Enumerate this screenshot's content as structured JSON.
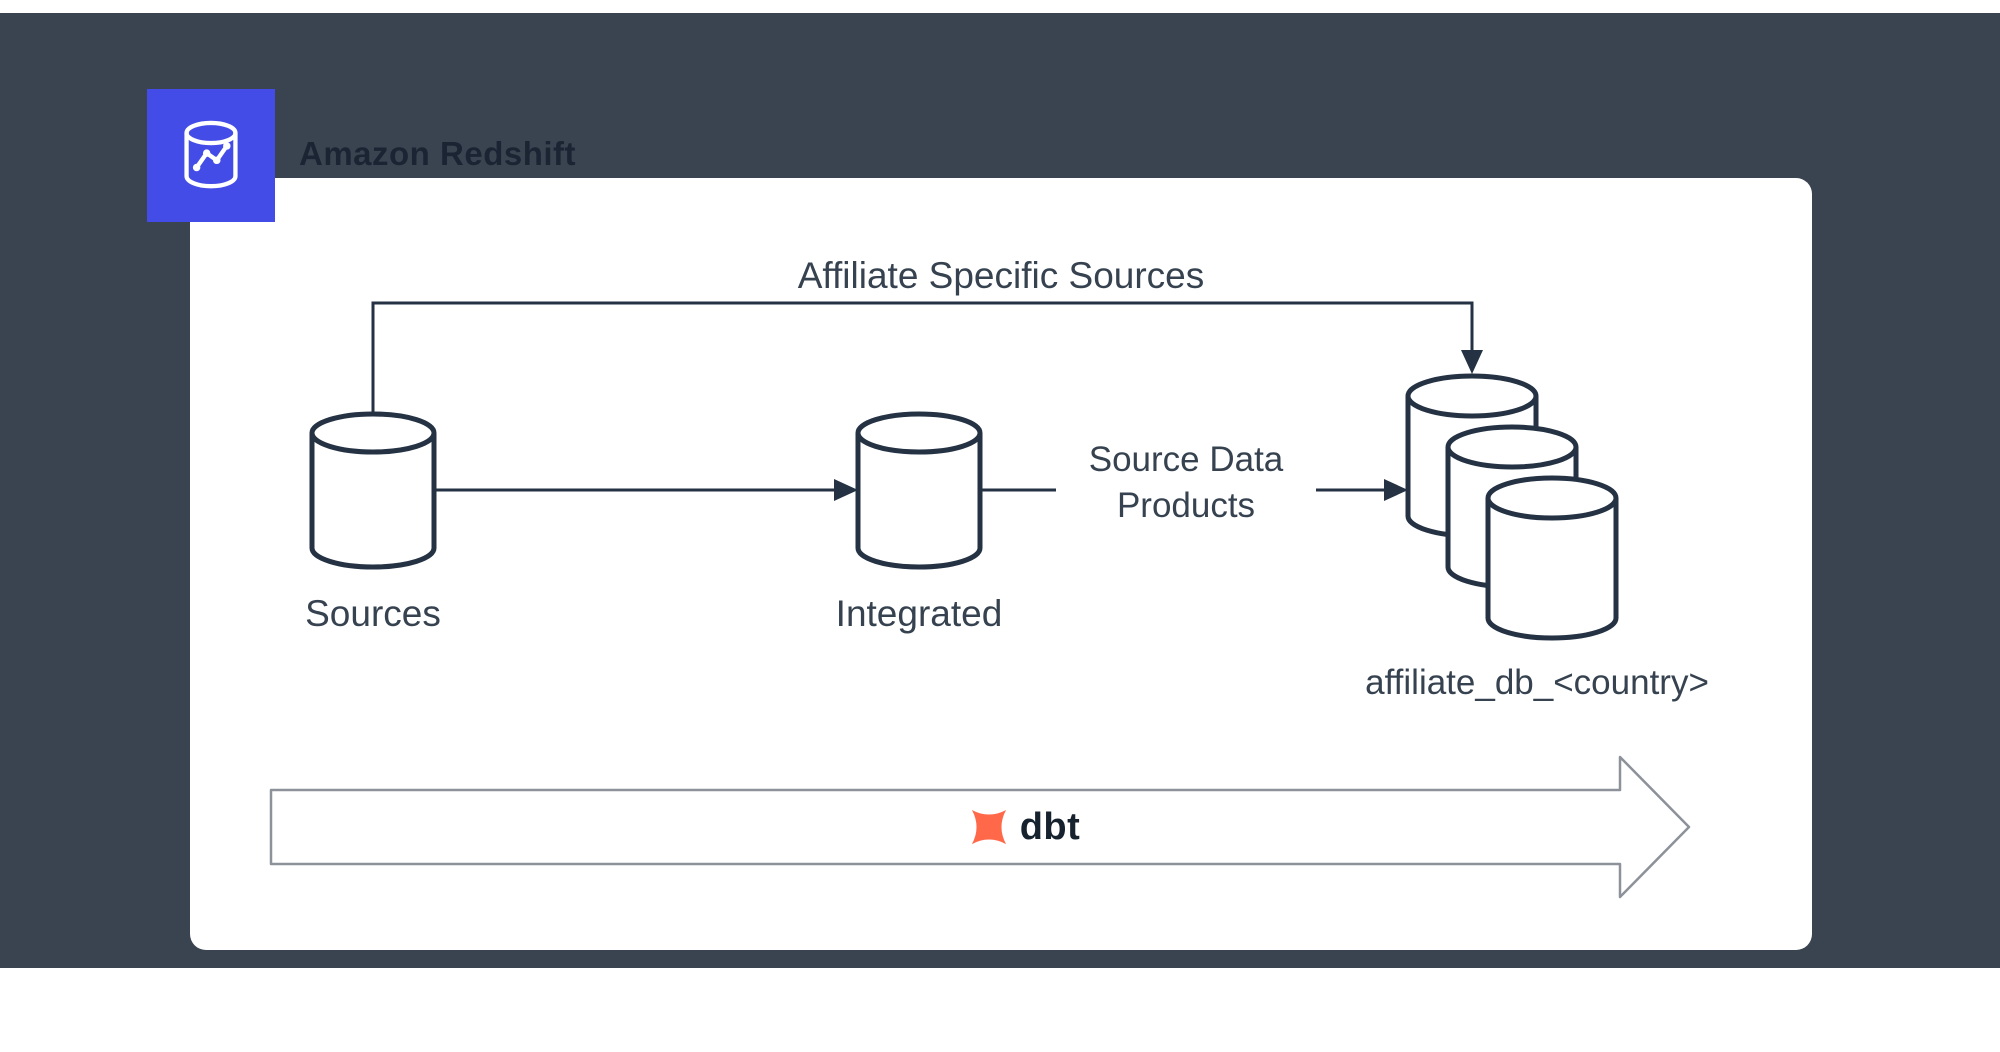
{
  "colors": {
    "background": "#3a4451",
    "card": "#ffffff",
    "diagram_stroke": "#243244",
    "text": "#36424f",
    "title_text": "#1b2433",
    "redshift_blue": "#444ce7",
    "dbt_orange": "#ff694a",
    "arrow_outline": "#8d929a"
  },
  "header": {
    "title": "Amazon Redshift",
    "icon": "redshift-database-icon"
  },
  "diagram": {
    "affiliate_route_label": "Affiliate Specific Sources",
    "sources_label": "Sources",
    "integrated_label": "Integrated",
    "source_data_products_label": "Source Data Products",
    "affiliate_db_label": "affiliate_db_<country>",
    "bottom_banner": {
      "label": "dbt",
      "icon": "dbt-logo-icon"
    },
    "nodes": [
      {
        "id": "sources",
        "label": "Sources",
        "type": "cylinder"
      },
      {
        "id": "integrated",
        "label": "Integrated",
        "type": "cylinder"
      },
      {
        "id": "affiliate_db",
        "label": "affiliate_db_<country>",
        "type": "cylinder-stack-x3"
      }
    ],
    "edges": [
      {
        "from": "sources",
        "to": "integrated",
        "label": ""
      },
      {
        "from": "integrated",
        "to": "affiliate_db",
        "label": "Source Data Products"
      },
      {
        "from": "sources",
        "to": "affiliate_db",
        "label": "Affiliate Specific Sources"
      }
    ]
  }
}
